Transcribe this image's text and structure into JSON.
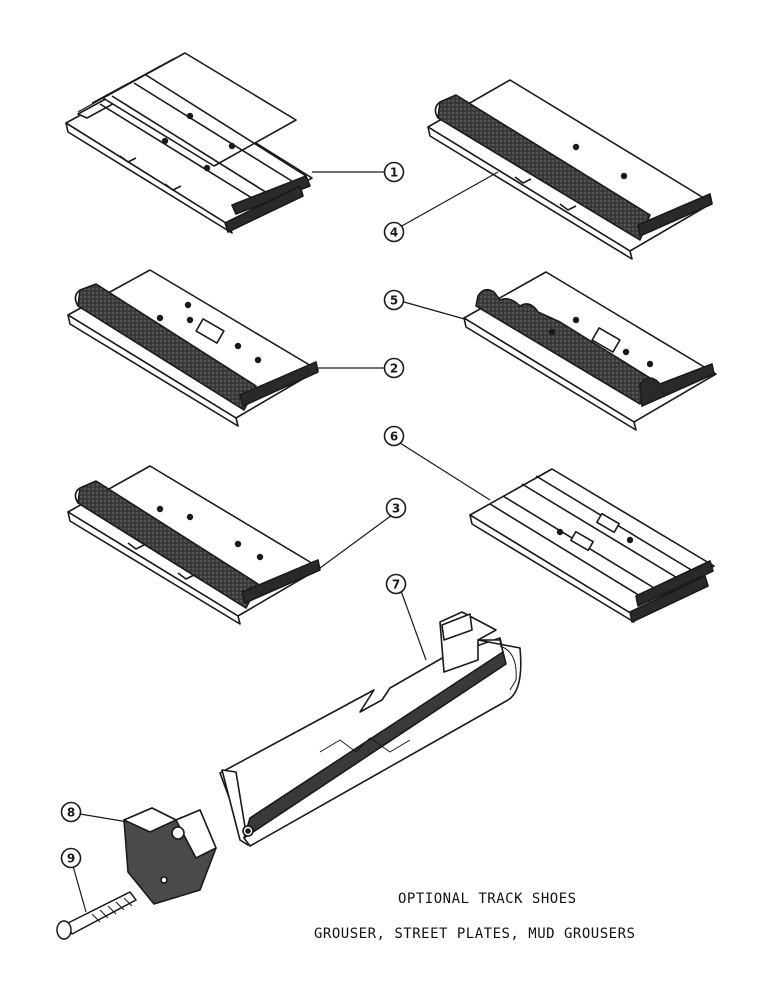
{
  "caption": {
    "line1": "OPTIONAL TRACK SHOES",
    "line2": "GROUSER, STREET PLATES, MUD GROUSERS"
  },
  "callouts": [
    "1",
    "2",
    "3",
    "4",
    "5",
    "6",
    "7",
    "8",
    "9"
  ],
  "colors": {
    "ink": "#1a1a1a",
    "dark_face": "#4a4a4a",
    "paper": "#ffffff"
  }
}
